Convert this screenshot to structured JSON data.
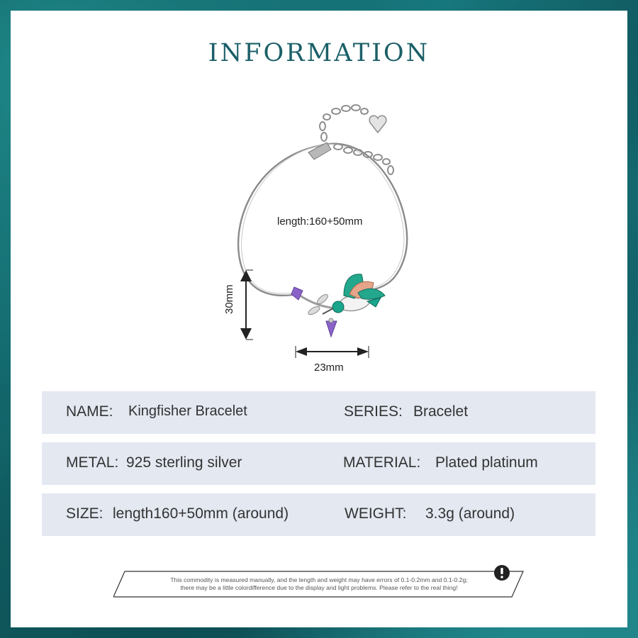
{
  "title": "INFORMATION",
  "figure": {
    "length_label": "length:160+50mm",
    "height_label": "30mm",
    "width_label": "23mm"
  },
  "specs": {
    "name_label": "NAME:",
    "name_value": "Kingfisher Bracelet",
    "series_label": "SERIES:",
    "series_value": "Bracelet",
    "metal_label": "METAL:",
    "metal_value": "925 sterling silver",
    "material_label": "MATERIAL:",
    "material_value": "Plated platinum",
    "size_label": "SIZE:",
    "size_value": "length160+50mm (around)",
    "weight_label": "WEIGHT:",
    "weight_value": "3.3g (around)"
  },
  "notice": {
    "line1": "This commodity is measured manually, and the length and weight may have errors of 0.1-0.2mm and 0.1-0.2g;",
    "line2": "there may be a little colordifference due to the display and light problems. Please refer to the real thing!",
    "icon": "exclamation-icon"
  },
  "colors": {
    "title": "#1b5f68",
    "row_bg": "#e3e8f1",
    "frame_teal": "#177b80"
  }
}
